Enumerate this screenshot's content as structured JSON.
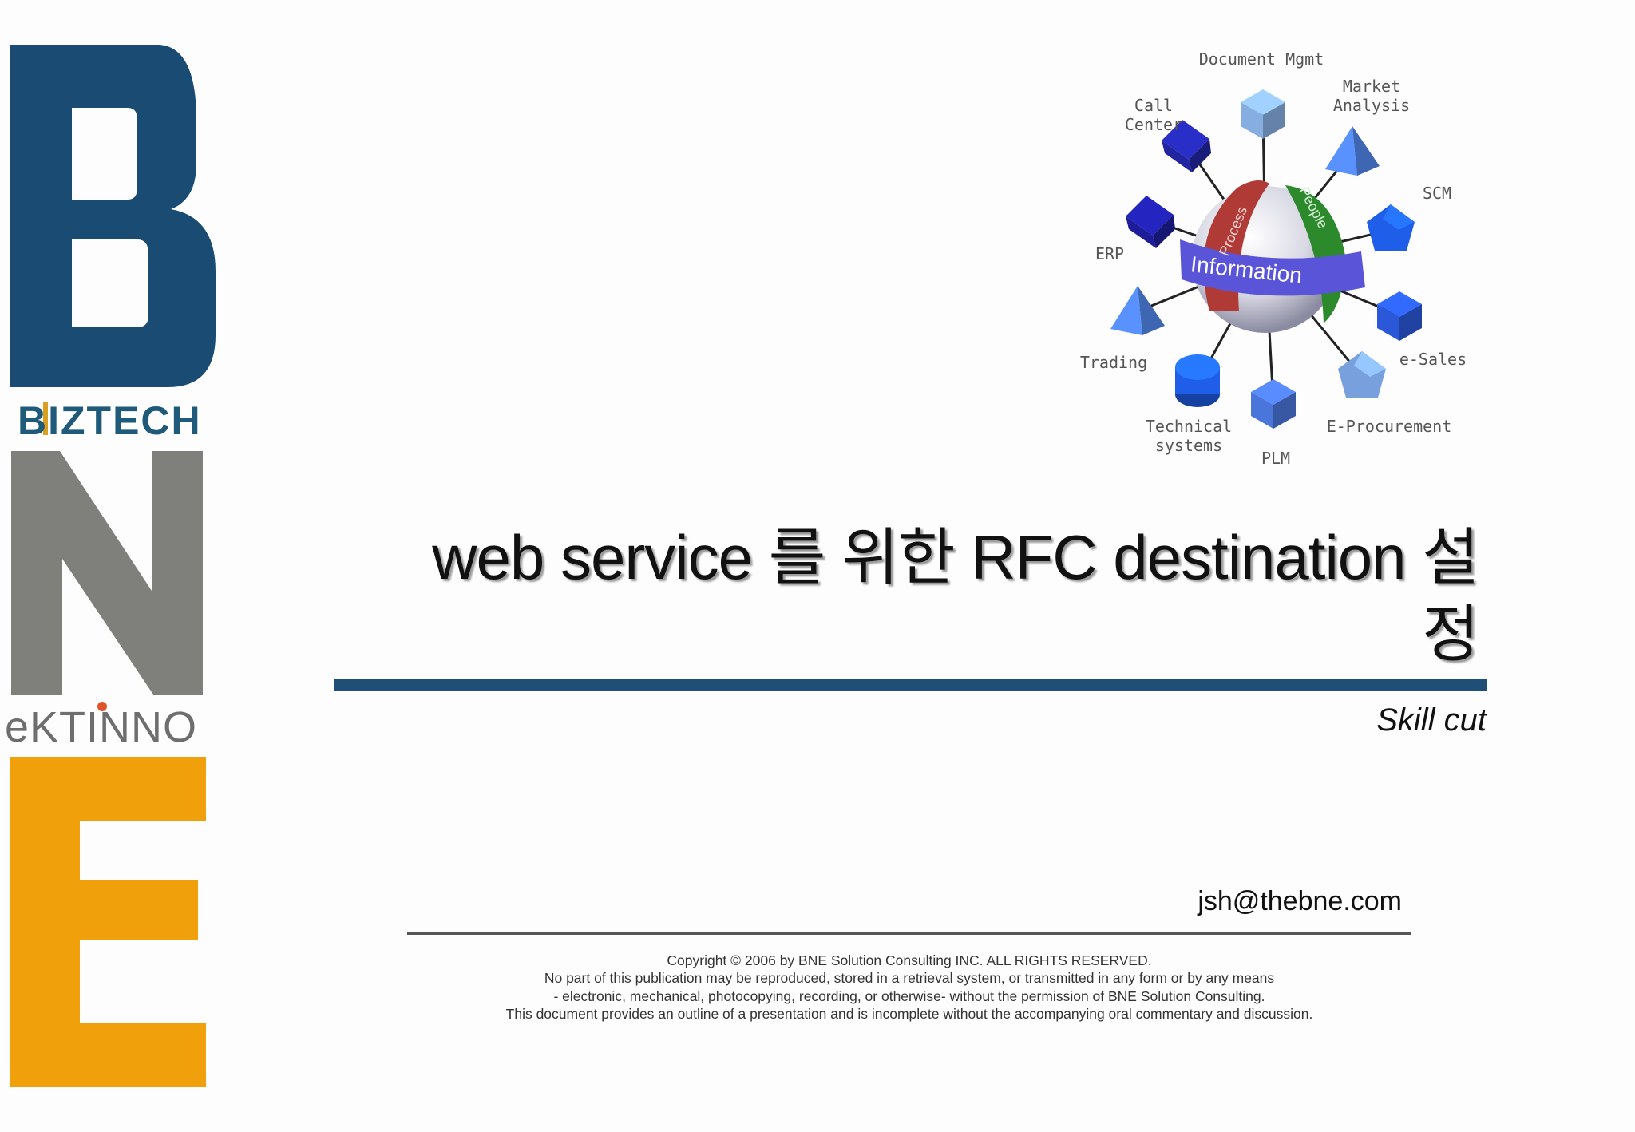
{
  "brand": {
    "letters": [
      "B",
      "N",
      "E"
    ],
    "biztech": "BIZTECH",
    "ektinno": "eKTINNO",
    "colors": {
      "b": "#1a4b73",
      "n": "#7f7f7b",
      "e": "#efa00a",
      "biztech": "#1f5a7a"
    }
  },
  "diagram": {
    "ring_labels": {
      "process": "Process",
      "people": "People",
      "information": "Information"
    },
    "nodes": [
      {
        "key": "document-mgmt",
        "label": "Document Mgmt"
      },
      {
        "key": "market-analysis",
        "label": "Market\nAnalysis"
      },
      {
        "key": "call-center",
        "label": "Call\nCenter"
      },
      {
        "key": "scm",
        "label": "SCM"
      },
      {
        "key": "erp",
        "label": "ERP"
      },
      {
        "key": "e-sales",
        "label": "e-Sales"
      },
      {
        "key": "trading",
        "label": "Trading"
      },
      {
        "key": "technical-systems",
        "label": "Technical\nsystems"
      },
      {
        "key": "plm",
        "label": "PLM"
      },
      {
        "key": "e-procurement",
        "label": "E-Procurement"
      }
    ]
  },
  "title": {
    "line1": "web service 를 위한  RFC destination 설",
    "line2": "정"
  },
  "subtitle": "Skill cut",
  "email": "jsh@thebne.com",
  "footer": {
    "lines": [
      "Copyright © 2006 by BNE Solution Consulting INC.   ALL RIGHTS RESERVED.",
      "No part of this publication may be reproduced, stored in a retrieval system, or transmitted in any form or by any means",
      "- electronic, mechanical, photocopying, recording, or otherwise- without the permission of BNE Solution Consulting.",
      "This document provides an outline of a presentation and is incomplete without the accompanying oral commentary and discussion."
    ]
  }
}
